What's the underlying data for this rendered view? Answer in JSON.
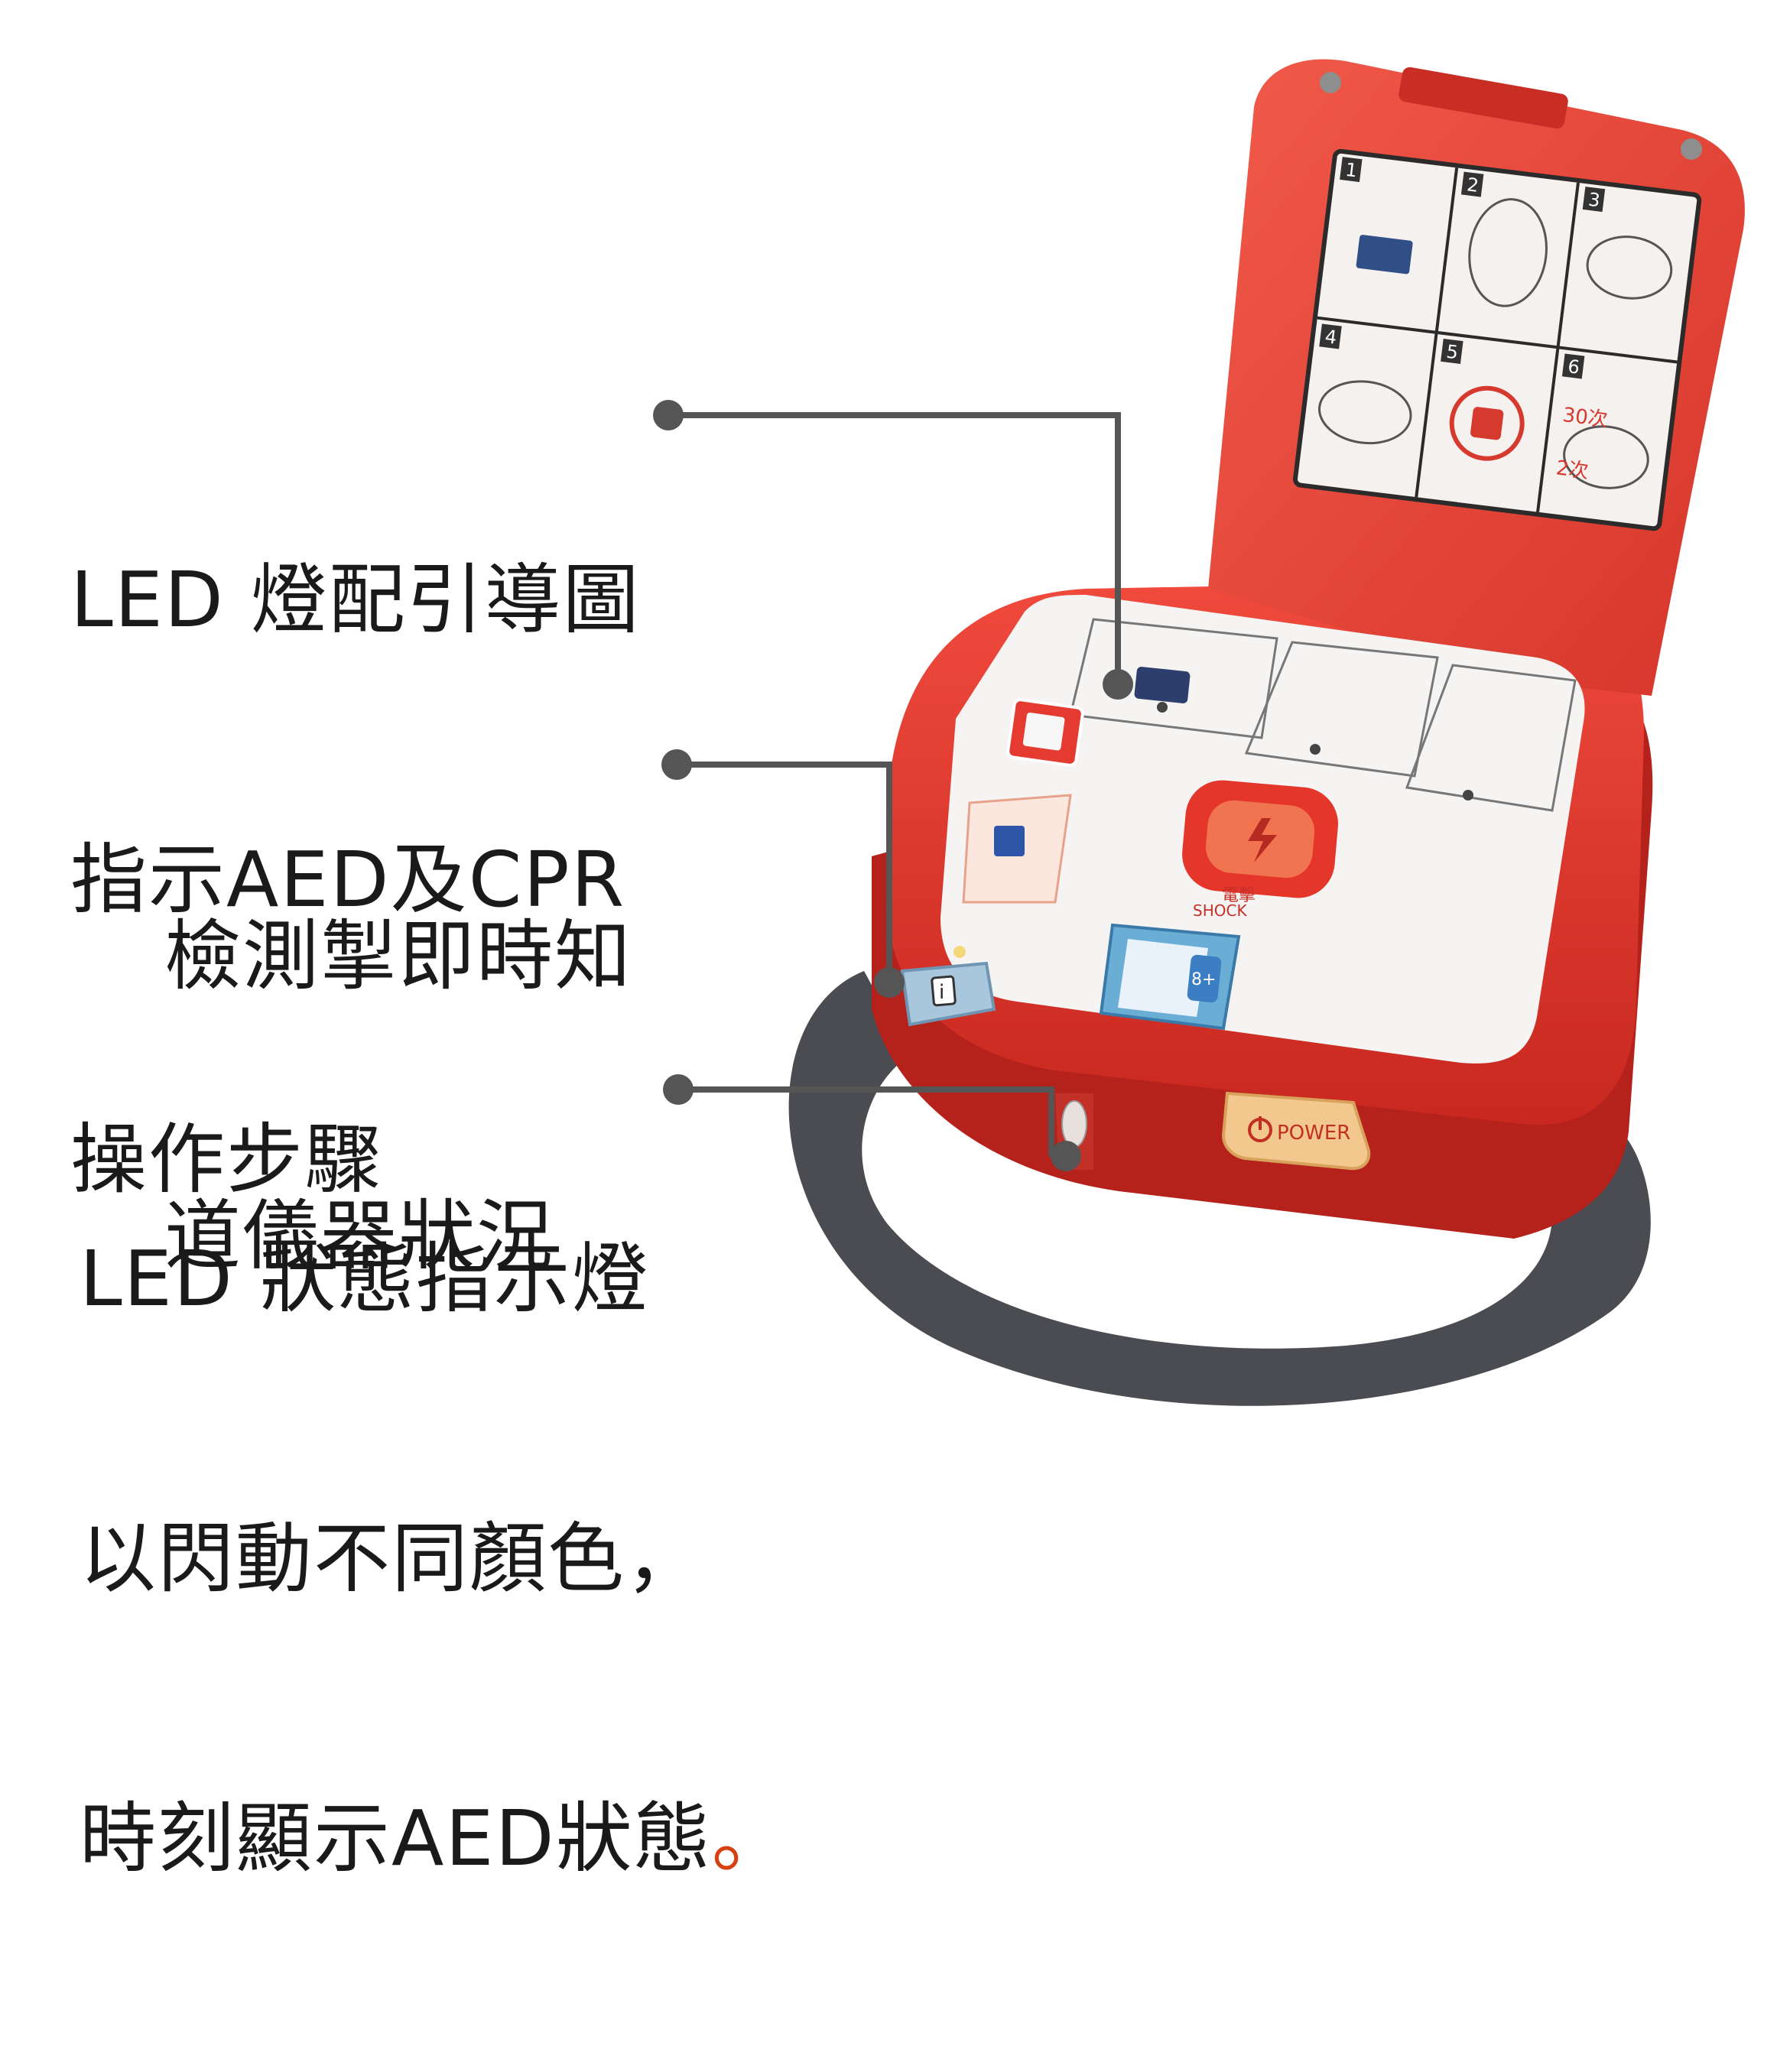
{
  "callouts": [
    {
      "lines": [
        "LED 燈配引導圖",
        "指示AED及CPR",
        "操作步驟"
      ]
    },
    {
      "lines": [
        "檢測掣即時知",
        "道儀器狀況"
      ]
    },
    {
      "lines": [
        "LED 狀態指示燈",
        "以閃動不同顏色，",
        "時刻顯示AED狀態"
      ],
      "end_mark": "。"
    }
  ],
  "device": {
    "power_label": "POWER",
    "shock_label_zh": "電擊",
    "shock_label_en": "SHOCK",
    "info_label": "i",
    "child_age": "8+",
    "lid_steps": [
      "1",
      "2",
      "3",
      "4",
      "5",
      "6"
    ],
    "lid_counts": [
      "30次",
      "2次"
    ]
  },
  "colors": {
    "device_red": "#e0352d",
    "handle_gray": "#4a4c52",
    "callout_line": "#555555",
    "accent_dot": "#d7410f"
  }
}
